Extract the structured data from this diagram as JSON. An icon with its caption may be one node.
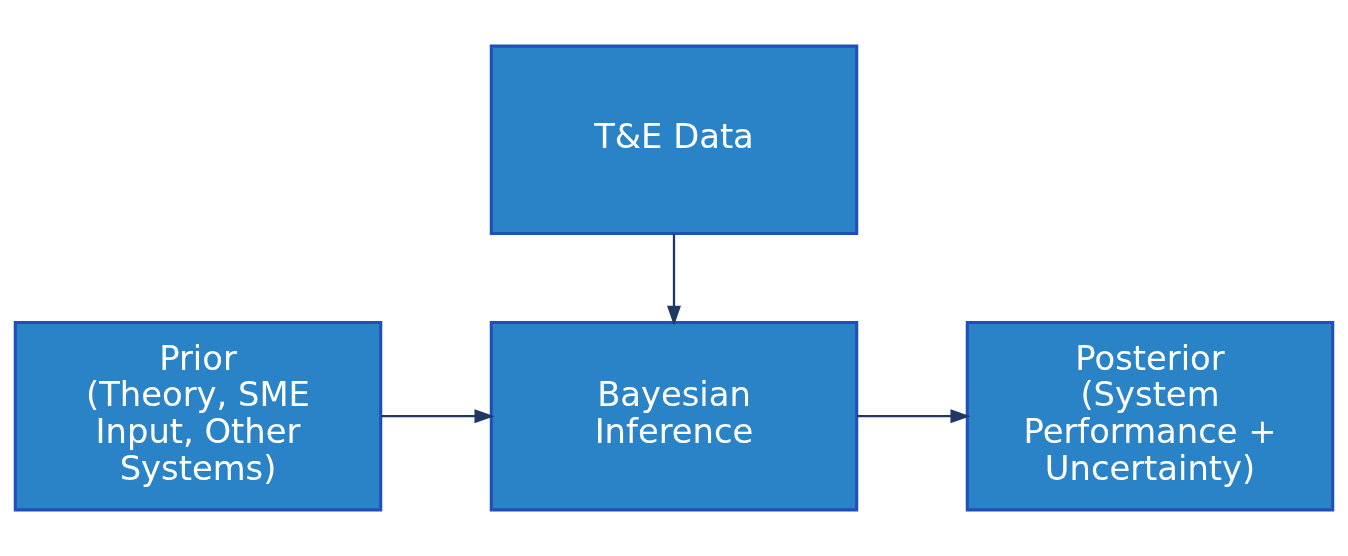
{
  "diagram": {
    "nodes": [
      {
        "text": [
          "T&E Data"
        ]
      },
      {
        "text": [
          "Prior",
          "(Theory, SME Input, Other Systems)"
        ]
      },
      {
        "text": [
          "Bayesian Inference"
        ]
      },
      {
        "text": [
          "Posterior",
          "(System Performance + Uncertainty)"
        ]
      }
    ],
    "edges": [
      {
        "from": 0,
        "to": 2,
        "arrow": "to"
      },
      {
        "from": 1,
        "to": 2,
        "arrow": "to"
      },
      {
        "from": 2,
        "to": 3,
        "arrow": "to"
      }
    ]
  }
}
